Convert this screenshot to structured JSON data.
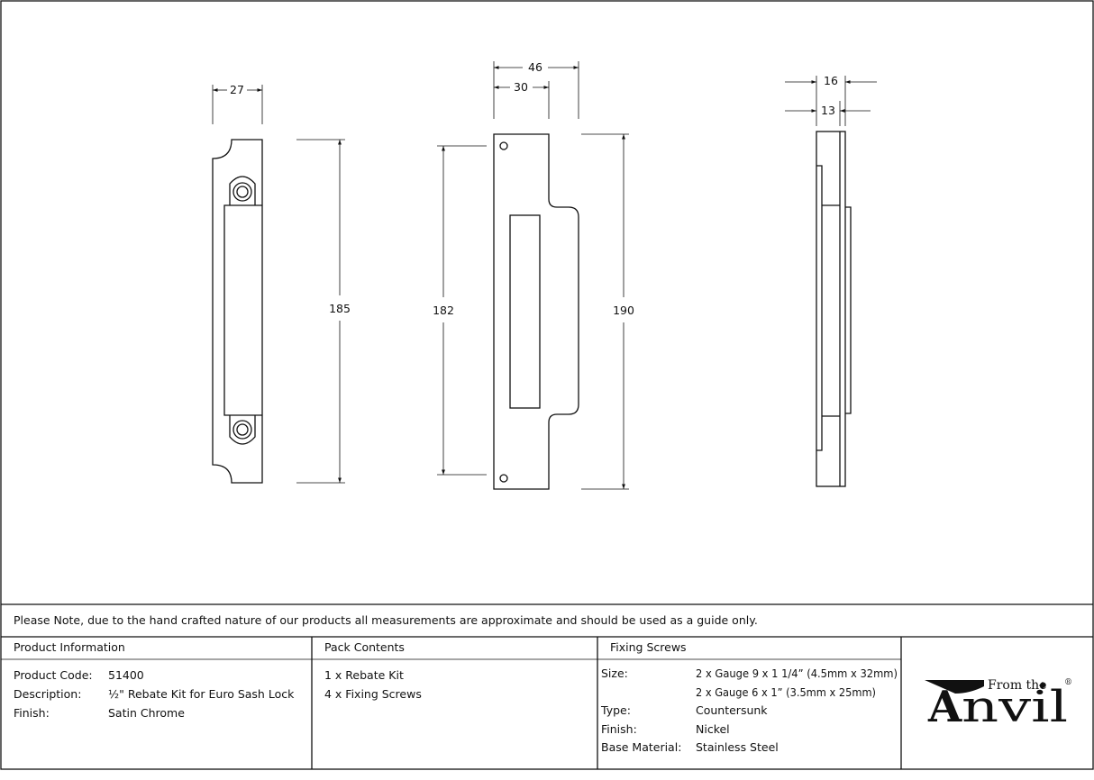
{
  "dimensions": {
    "left_width": "27",
    "left_height": "185",
    "mid_width_outer": "46",
    "mid_width_inner": "30",
    "mid_height_inner": "182",
    "mid_height_outer": "190",
    "right_width_outer": "16",
    "right_width_inner": "13"
  },
  "note": "Please Note, due to the hand crafted nature of our products all measurements are approximate and should be used as a guide only.",
  "product_information": {
    "header": "Product Information",
    "rows": [
      {
        "label": "Product Code:",
        "value": "51400"
      },
      {
        "label": "Description:",
        "value": "½\" Rebate Kit for Euro Sash Lock"
      },
      {
        "label": "Finish:",
        "value": "Satin Chrome"
      }
    ]
  },
  "pack_contents": {
    "header": "Pack Contents",
    "items": [
      "1 x Rebate Kit",
      "4 x Fixing Screws"
    ]
  },
  "fixing_screws": {
    "header": "Fixing Screws",
    "size_label": "Size:",
    "size_values": [
      "2 x Gauge 9 x 1 1/4” (4.5mm x 32mm)",
      "2 x Gauge 6 x 1” (3.5mm x 25mm)"
    ],
    "rows": [
      {
        "label": "Type:",
        "value": "Countersunk"
      },
      {
        "label": "Finish:",
        "value": "Nickel"
      },
      {
        "label": "Base Material:",
        "value": "Stainless Steel"
      }
    ]
  },
  "logo": {
    "from_the": "From the",
    "brand_initial": "A",
    "brand_rest": "nvil",
    "registered": "®"
  }
}
